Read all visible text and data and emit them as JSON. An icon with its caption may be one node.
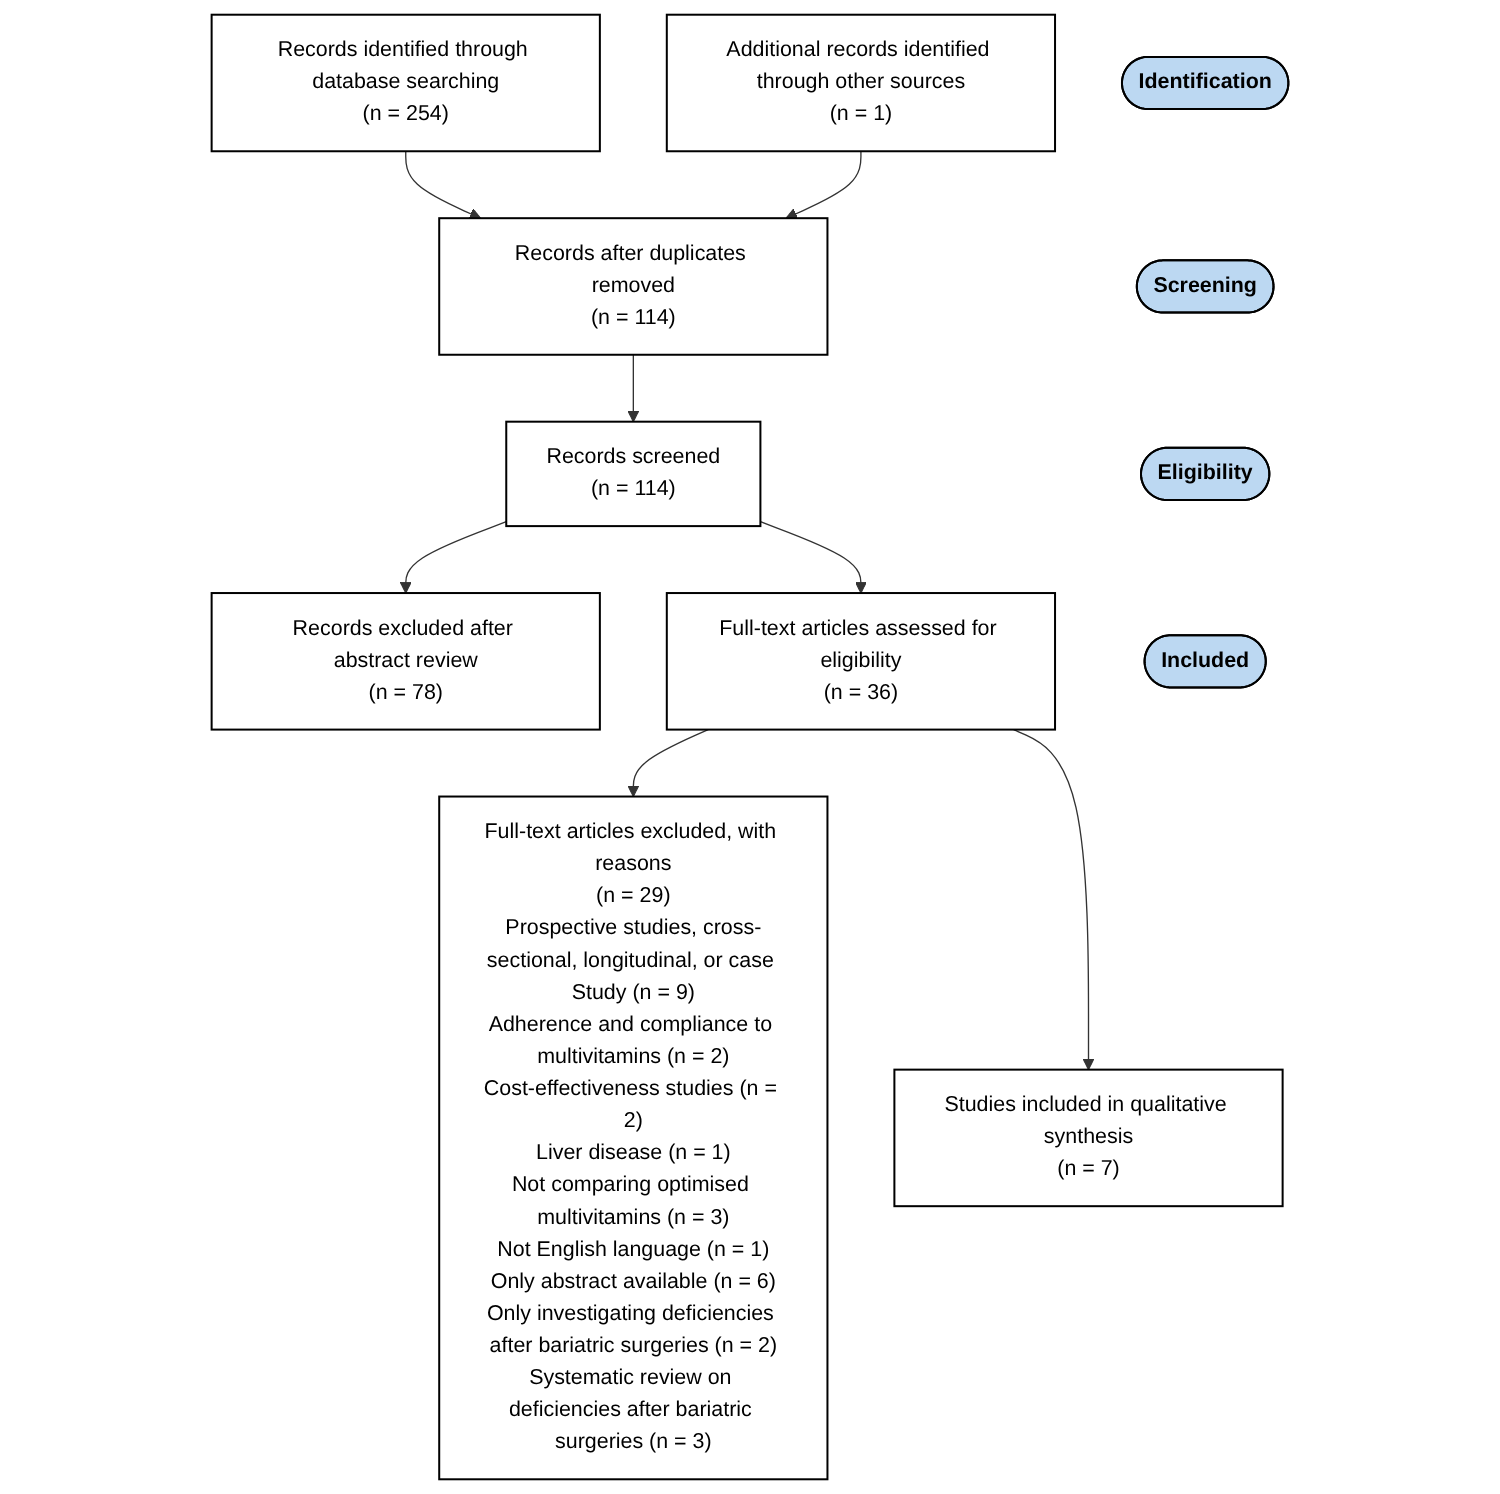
{
  "diagram": {
    "nodes": [
      {
        "text": [
          "Identification"
        ]
      },
      {
        "text": [
          "Records identified through database searching",
          "(n = 254)"
        ]
      },
      {
        "text": [
          "Additional records identified through other sources",
          "(n = 1)"
        ]
      },
      {
        "text": [
          "Records after duplicates removed",
          "(n = 114)"
        ]
      },
      {
        "text": [
          "Screening"
        ]
      },
      {
        "text": [
          "Records screened",
          "(n = 114)"
        ]
      },
      {
        "text": [
          "Records excluded after abstract review",
          "(n = 78)"
        ]
      },
      {
        "text": [
          "Eligibility"
        ]
      },
      {
        "text": [
          "Full-text articles assessed for eligibility",
          "(n = 36)"
        ]
      },
      {
        "text": [
          "Full-text articles excluded, with reasons",
          "(n = 29)",
          "Prospective studies, cross-sectional, longitudinal, or case Study (n = 9)",
          "Adherence and compliance to multivitamins (n = 2)",
          "Cost-effectiveness studies (n = 2)",
          "Liver disease (n = 1)",
          "Not comparing optimised multivitamins (n = 3)",
          "Not English language (n = 1)",
          "Only abstract available (n = 6)",
          "Only investigating deficiencies after bariatric surgeries (n = 2)",
          "Systematic review on deficiencies after bariatric surgeries (n = 3)"
        ]
      },
      {
        "text": [
          "Included"
        ]
      },
      {
        "text": [
          "Studies included in qualitative synthesis",
          "(n = 7)"
        ]
      }
    ],
    "edges": [
      {
        "from": 1,
        "to": 3,
        "arrow": "to"
      },
      {
        "from": 2,
        "to": 3,
        "arrow": "to"
      },
      {
        "from": 3,
        "to": 5,
        "arrow": "to"
      },
      {
        "from": 5,
        "to": 6,
        "arrow": "to"
      },
      {
        "from": 5,
        "to": 8,
        "arrow": "to"
      },
      {
        "from": 8,
        "to": 9,
        "arrow": "to"
      },
      {
        "from": 8,
        "to": 11,
        "arrow": "to"
      }
    ]
  }
}
